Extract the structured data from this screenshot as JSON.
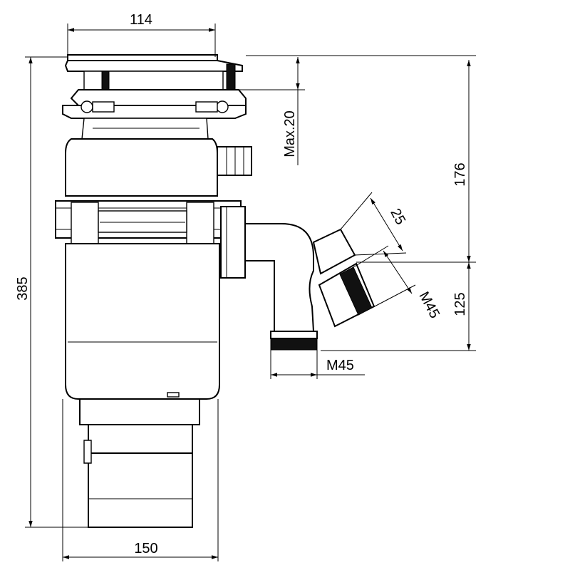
{
  "dimensions": {
    "top_width": "114",
    "total_height": "385",
    "bottom_width": "150",
    "upper_height": "176",
    "lower_height": "125",
    "max_thickness": "Max.20",
    "outlet_length": "25",
    "outlet_thread": "M45",
    "bottom_thread": "M45"
  },
  "colors": {
    "line": "#000000",
    "background": "#ffffff",
    "thread_band": "#111111"
  }
}
